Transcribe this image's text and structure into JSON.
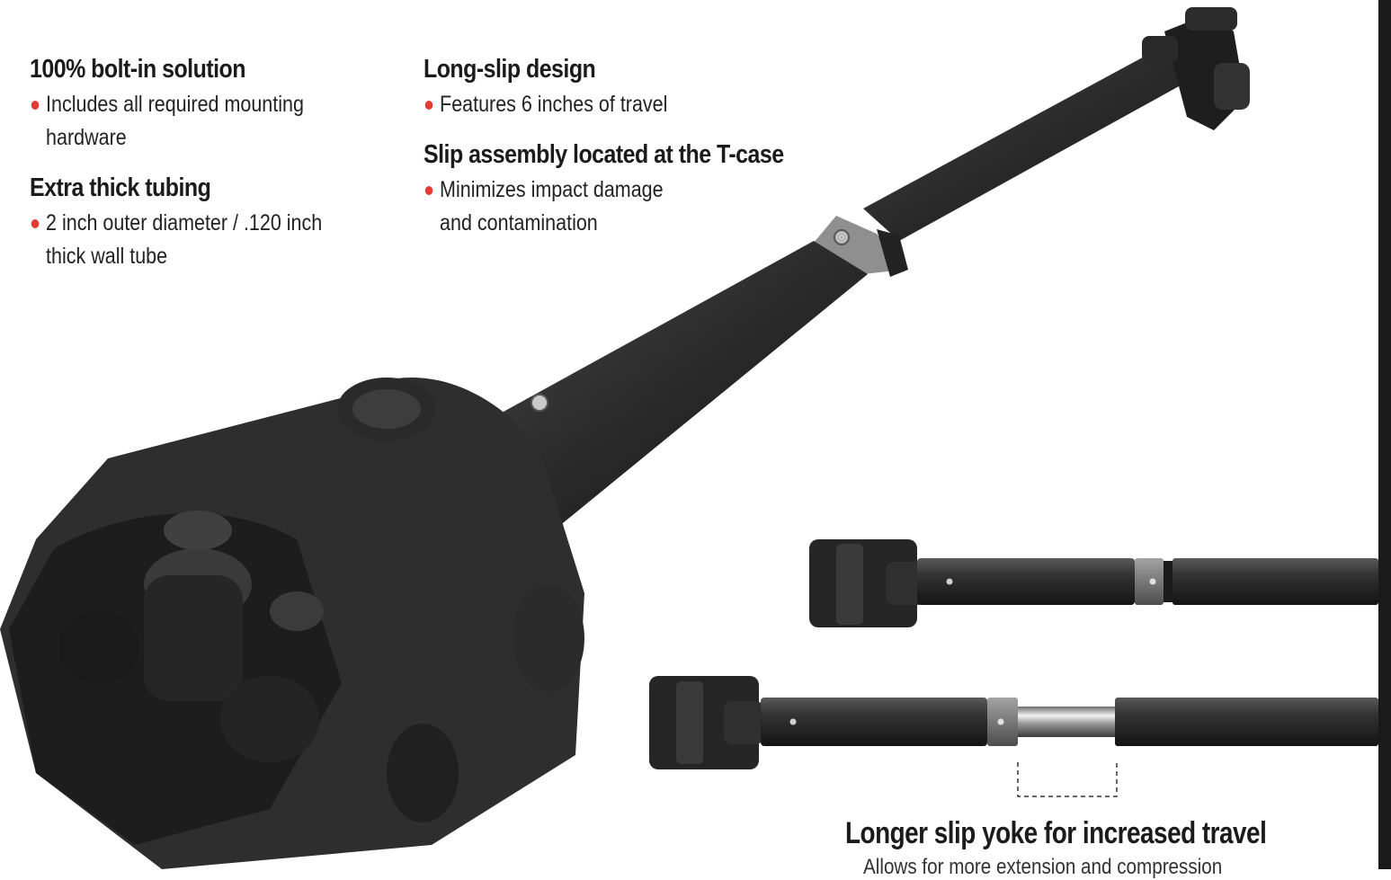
{
  "features": [
    {
      "title": "100% bolt-in solution",
      "bullet_line1": "Includes all required mounting",
      "bullet_line2": "hardware"
    },
    {
      "title": "Extra thick tubing",
      "bullet_line1": "2 inch outer diameter / .120 inch",
      "bullet_line2": "thick wall tube"
    },
    {
      "title": "Long-slip design",
      "bullet_line1": "Features 6 inches of travel",
      "bullet_line2": ""
    },
    {
      "title": "Slip assembly located at the T-case",
      "bullet_line1": "Minimizes impact damage",
      "bullet_line2": "and contamination"
    }
  ],
  "callout": {
    "title": "Longer slip yoke for increased travel",
    "subtitle": "Allows for more extension and compression"
  },
  "colors": {
    "bullet": "#e53b32",
    "shaft": "#2b2b2b",
    "slip_ring": "#8a8a8a",
    "text": "#1b1b1b"
  },
  "icons": [
    "bullet-dot"
  ]
}
